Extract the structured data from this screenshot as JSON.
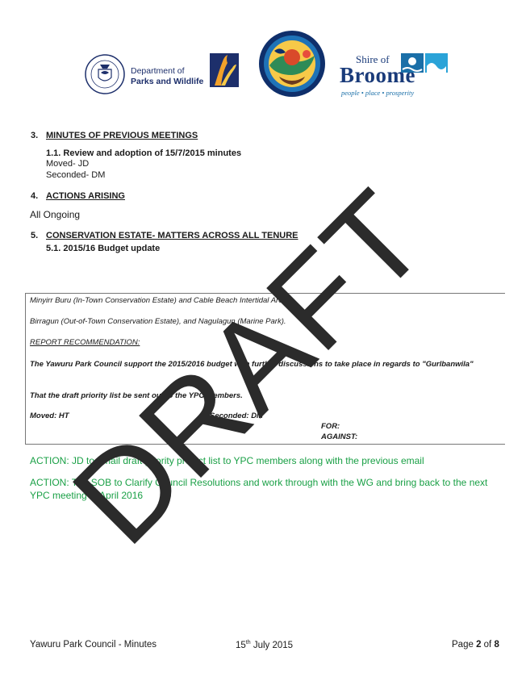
{
  "header": {
    "dpaw_line1": "Department of",
    "dpaw_line2": "Parks and Wildlife",
    "broome_shire": "Shire of",
    "broome_name": "Broome",
    "broome_tagline": "people • place • prosperity"
  },
  "sections": {
    "s3": {
      "num": "3.",
      "title": "MINUTES OF PREVIOUS MEETINGS",
      "item": "1.1. Review and adoption of 15/7/2015 minutes",
      "moved": "Moved- JD",
      "seconded": "Seconded- DM"
    },
    "s4": {
      "num": "4.",
      "title": "ACTIONS ARISING",
      "body": "All Ongoing"
    },
    "s5": {
      "num": "5.",
      "title": "CONSERVATION ESTATE- MATTERS ACROSS ALL TENURE",
      "item": "5.1. 2015/16 Budget update"
    }
  },
  "box": {
    "line1": "Minyirr Buru (In-Town Conservation Estate) and Cable Beach Intertidal Area",
    "line2": "Birragun (Out-of-Town Conservation Estate), and Nagulagun (Marine Park).",
    "rec_heading": "REPORT RECOMMENDATION:",
    "rec_text": "The Yawuru Park Council support the 2015/2016 budget with further discussions to take place in regards to \"Gurlbanwila\"",
    "rec_text2": "That the draft priority list be sent out to the YPC members.",
    "moved": "Moved: HT",
    "seconded": "Seconded: DM",
    "for": "FOR:",
    "against": "AGAINST:"
  },
  "actions": {
    "a1": "ACTION: JD to email draft priority project list to YPC members along with the previous email",
    "a2": "ACTION: The SOB to Clarify Council Resolutions and work through with the WG and bring back to the next YPC meeting in April 2016"
  },
  "watermark": "DRAFT",
  "footer": {
    "left": "Yawuru Park Council - Minutes",
    "date_day": "15",
    "date_sup": "th",
    "date_rest": " July 2015",
    "page_prefix": "Page ",
    "page_num": "2",
    "page_of": " of ",
    "page_total": "8"
  },
  "colors": {
    "action_green": "#1aa046",
    "watermark": "#2b2b2b",
    "brand_blue": "#1a3b7a"
  }
}
